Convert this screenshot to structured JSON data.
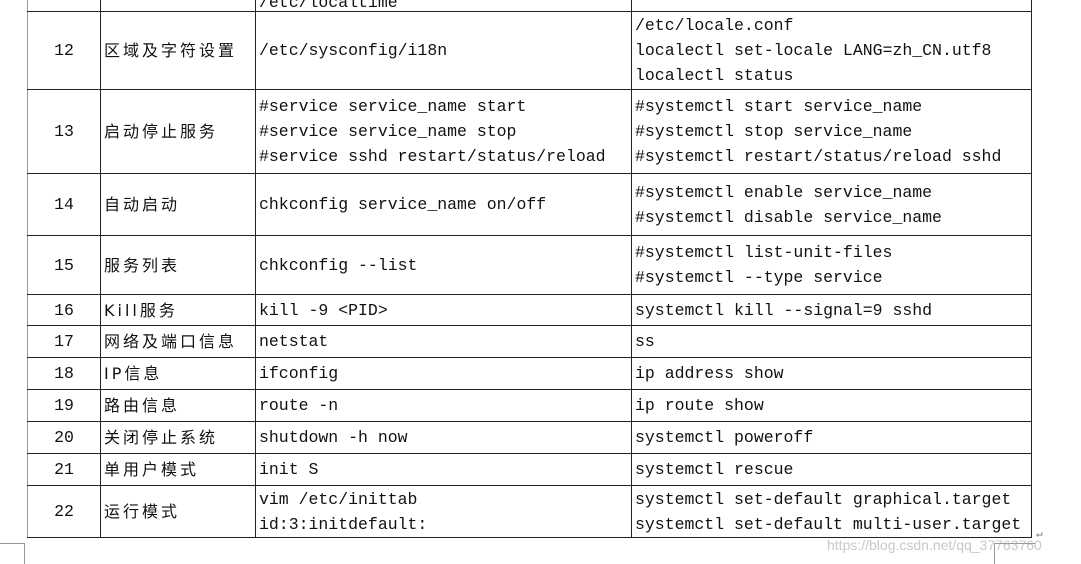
{
  "prev_row_fragment": "/etc/localtime",
  "rows": [
    {
      "num": "12",
      "name": "区域及字符设置",
      "old": [
        "/etc/sysconfig/i18n"
      ],
      "new": [
        "/etc/locale.conf",
        "localectl set-locale LANG=zh_CN.utf8",
        "localectl status"
      ]
    },
    {
      "num": "13",
      "name": "启动停止服务",
      "old": [
        "#service service_name start",
        "#service service_name stop",
        "#service sshd restart/status/reload"
      ],
      "new": [
        "#systemctl start service_name",
        "#systemctl stop service_name",
        "#systemctl restart/status/reload sshd"
      ]
    },
    {
      "num": "14",
      "name": "自动启动",
      "old": [
        "chkconfig service_name on/off"
      ],
      "new": [
        "#systemctl enable service_name",
        "#systemctl disable service_name"
      ]
    },
    {
      "num": "15",
      "name": "服务列表",
      "old": [
        "chkconfig --list"
      ],
      "new": [
        "#systemctl list-unit-files",
        "#systemctl --type service"
      ]
    },
    {
      "num": "16",
      "name": "Kill服务",
      "old": [
        "kill -9 <PID>"
      ],
      "new": [
        "systemctl kill --signal=9 sshd"
      ]
    },
    {
      "num": "17",
      "name": "网络及端口信息",
      "old": [
        "netstat"
      ],
      "new": [
        "ss"
      ]
    },
    {
      "num": "18",
      "name": "IP信息",
      "old": [
        "ifconfig"
      ],
      "new": [
        "ip address show"
      ]
    },
    {
      "num": "19",
      "name": "路由信息",
      "old": [
        "route -n"
      ],
      "new": [
        "ip route show"
      ]
    },
    {
      "num": "20",
      "name": "关闭停止系统",
      "old": [
        "shutdown -h now"
      ],
      "new": [
        "systemctl poweroff"
      ]
    },
    {
      "num": "21",
      "name": "单用户模式",
      "old": [
        "init S"
      ],
      "new": [
        "systemctl rescue"
      ]
    },
    {
      "num": "22",
      "name": "运行模式",
      "old": [
        "vim /etc/inittab",
        "id:3:initdefault:"
      ],
      "new": [
        "systemctl set-default graphical.target",
        "systemctl set-default multi-user.target"
      ]
    }
  ],
  "watermark": "https://blog.csdn.net/qq_37763760",
  "paragraph_mark": "↵"
}
